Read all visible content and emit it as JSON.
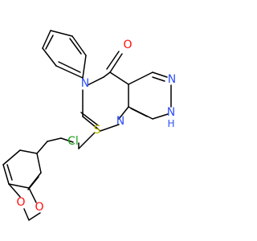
{
  "molecule": {
    "atoms": {
      "carbonyl_oxygen": {
        "text": "O",
        "color": "#ff0d0d"
      },
      "n_amide": {
        "text": "N",
        "color": "#3050f8"
      },
      "n_ring": {
        "text": "N",
        "color": "#3050f8"
      },
      "n_pyrazole": {
        "text": "N",
        "color": "#3050f8"
      },
      "nh_pyrazole": {
        "text": "N",
        "color": "#3050f8"
      },
      "nh_h": {
        "text": "H",
        "color": "#3050f8"
      },
      "sulfur": {
        "text": "S",
        "color": "#b2b200"
      },
      "chlorine": {
        "text": "Cl",
        "color": "#1fa01f"
      },
      "dioxole_o1": {
        "text": "O",
        "color": "#ff0d0d"
      },
      "dioxole_o2": {
        "text": "O",
        "color": "#ff0d0d"
      }
    }
  }
}
